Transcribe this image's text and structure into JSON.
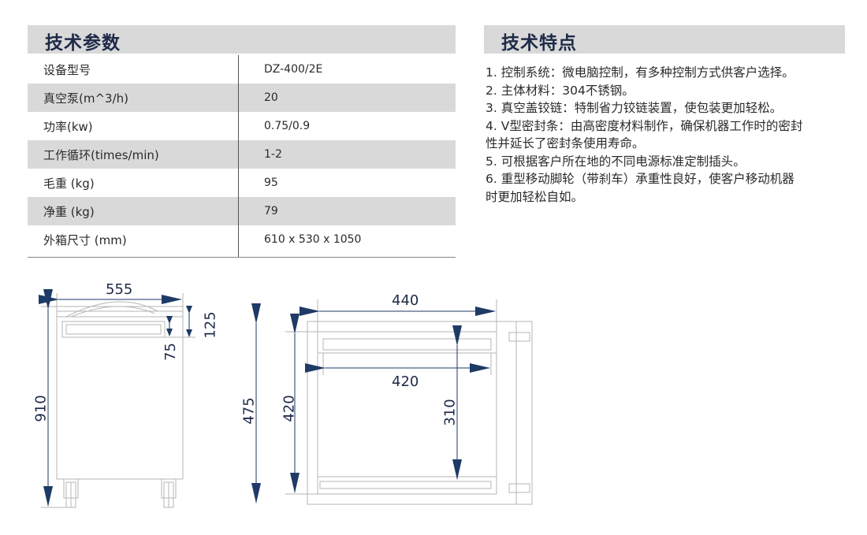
{
  "spec_section": {
    "title": "技术参数",
    "rows": [
      {
        "label": "设备型号",
        "value": "DZ-400/2E"
      },
      {
        "label": "真空泵(m^3/h)",
        "value": "20"
      },
      {
        "label": "功率(kw)",
        "value": "0.75/0.9"
      },
      {
        "label": "工作循环(times/min)",
        "value": "1-2"
      },
      {
        "label": "毛重 (kg)",
        "value": "95"
      },
      {
        "label": "净重 (kg)",
        "value": "79"
      },
      {
        "label": "外箱尺寸 (mm)",
        "value": "610 x 530 x 1050"
      }
    ]
  },
  "features_section": {
    "title": "技术特点",
    "items": [
      "1. 控制系统：微电脑控制，有多种控制方式供客户选择。",
      "2. 主体材料：304不锈钢。",
      "3. 真空盖铰链：特制省力铰链装置，使包装更加轻松。",
      "4. V型密封条：由高密度材料制作，确保机器工作时的密封\n性并延长了密封条使用寿命。",
      "5. 可根据客户所在地的不同电源标准定制插头。",
      "6. 重型移动脚轮（带刹车）承重性良好，使客户移动机器\n时更加轻松自如。"
    ]
  },
  "front_view": {
    "width_label": "555",
    "height_label": "910",
    "lid_height_label": "125",
    "chamber_depth_label": "75"
  },
  "top_view": {
    "outer_width_label": "440",
    "outer_depth_label": "475",
    "chamber_depth_label": "420",
    "seal_width_label": "420",
    "seal_gap_label": "310"
  },
  "colors": {
    "header_bg": "#d9d9d9",
    "title_color": "#1e2a48",
    "arrow_color": "#1e3a66",
    "line_color": "#b0b0b0"
  }
}
